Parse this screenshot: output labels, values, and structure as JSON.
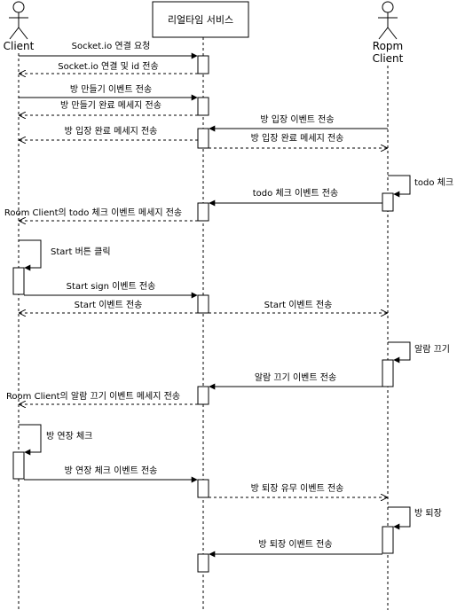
{
  "participants": {
    "client": "Client",
    "service": "리얼타임 서비스",
    "room_line1": "Ropm",
    "room_line2": "Client"
  },
  "messages": [
    {
      "id": "m1",
      "text": "Socket.io 연결 요청",
      "from": "client",
      "to": "service",
      "style": "solid"
    },
    {
      "id": "m2",
      "text": "Socket.io 연결 및 id 전송",
      "from": "service",
      "to": "client",
      "style": "dashed"
    },
    {
      "id": "m3",
      "text": "방 만들기 이벤트 전송",
      "from": "client",
      "to": "service",
      "style": "solid"
    },
    {
      "id": "m4",
      "text": "방 만들기 완료 메세지 전송",
      "from": "service",
      "to": "client",
      "style": "dashed"
    },
    {
      "id": "m5",
      "text": "방 입장 이벤트 전송",
      "from": "room",
      "to": "service",
      "style": "solid"
    },
    {
      "id": "m6",
      "text": "방 입장 완료 메세지 전송",
      "from": "service",
      "to": "client",
      "style": "dashed"
    },
    {
      "id": "m7",
      "text": "방 입장 완료 메세지 전송",
      "from": "service",
      "to": "room",
      "style": "dashed"
    },
    {
      "id": "m8",
      "text": "todo 체크",
      "from": "room",
      "to": "room",
      "style": "self"
    },
    {
      "id": "m9",
      "text": "todo 체크 이벤트 전송",
      "from": "room",
      "to": "service",
      "style": "solid"
    },
    {
      "id": "m10",
      "text": "Room Client의 todo 체크 이벤트 메세지 전송",
      "from": "service",
      "to": "client",
      "style": "dashed"
    },
    {
      "id": "m11",
      "text": "Start 버튼 클릭",
      "from": "client",
      "to": "client",
      "style": "self"
    },
    {
      "id": "m12",
      "text": "Start sign 이벤트 전송",
      "from": "client",
      "to": "service",
      "style": "solid"
    },
    {
      "id": "m13",
      "text": "Start 이벤트 전송",
      "from": "service",
      "to": "client",
      "style": "dashed"
    },
    {
      "id": "m14",
      "text": "Start 이벤트 전송",
      "from": "service",
      "to": "room",
      "style": "dashed"
    },
    {
      "id": "m15",
      "text": "알람 끄기",
      "from": "room",
      "to": "room",
      "style": "self"
    },
    {
      "id": "m16",
      "text": "알람 끄기 이벤트 전송",
      "from": "room",
      "to": "service",
      "style": "solid"
    },
    {
      "id": "m17",
      "text": "Room Client의 알람 끄기 이벤트 메세지 전송",
      "from": "service",
      "to": "client",
      "style": "dashed"
    },
    {
      "id": "m18",
      "text": "방 연장 체크",
      "from": "client",
      "to": "client",
      "style": "self"
    },
    {
      "id": "m19",
      "text": "방 연장 체크 이벤트 전송",
      "from": "client",
      "to": "service",
      "style": "solid"
    },
    {
      "id": "m20",
      "text": "방 퇴장 유무 이벤트 전송",
      "from": "service",
      "to": "room",
      "style": "dashed"
    },
    {
      "id": "m21",
      "text": "방 퇴장",
      "from": "room",
      "to": "room",
      "style": "self"
    },
    {
      "id": "m22",
      "text": "방 퇴장 이벤트 전송",
      "from": "room",
      "to": "service",
      "style": "solid"
    }
  ]
}
